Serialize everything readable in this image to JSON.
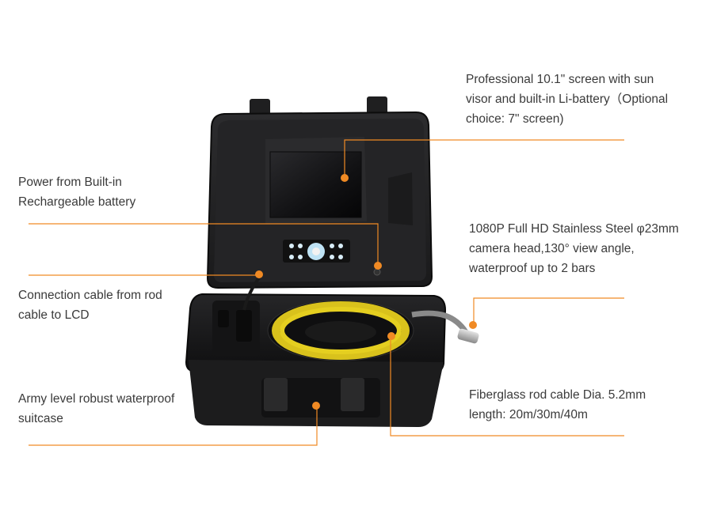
{
  "accent_color": "#f08a24",
  "callouts": {
    "screen": "Professional 10.1\" screen with sun\nvisor and built-in Li-battery（Optional\nchoice: 7\" screen)",
    "power": "Power from Built-in\nRechargeable battery",
    "camera": "1080P Full HD Stainless Steel φ23mm\ncamera head,130° view angle,\nwaterproof up to 2 bars",
    "cable": "Connection cable from rod\ncable to LCD",
    "suitcase": "Army level robust waterproof\nsuitcase",
    "rod": "Fiberglass rod cable Dia. 5.2mm\nlength: 20m/30m/40m"
  }
}
